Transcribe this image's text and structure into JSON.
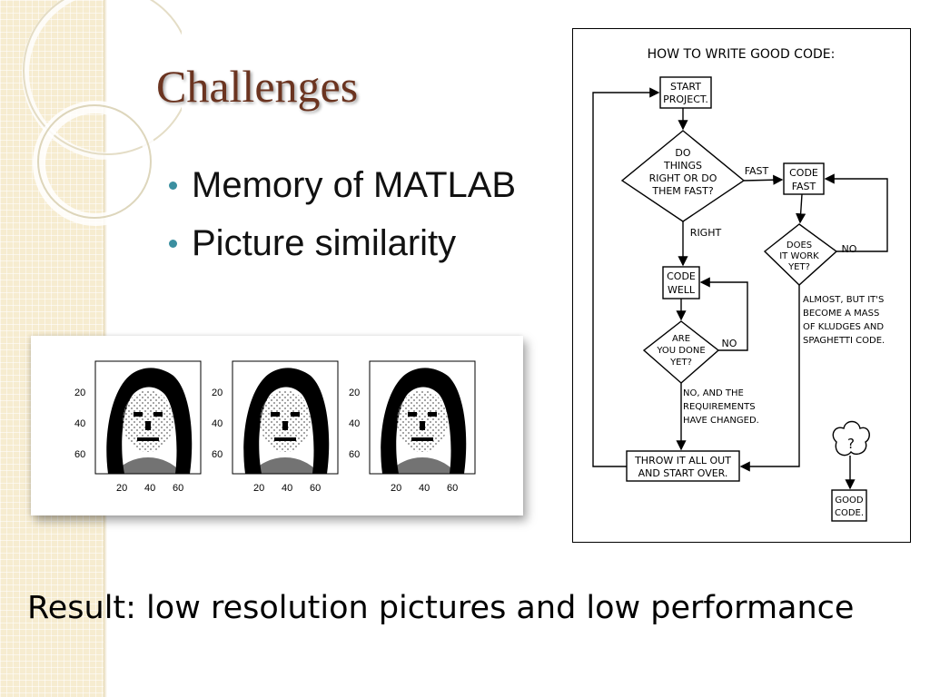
{
  "slide": {
    "title": "Challenges",
    "bullets": [
      "Memory of MATLAB",
      "Picture similarity"
    ],
    "result": "Result: low resolution pictures and low performance"
  },
  "faces_figure": {
    "y_ticks": [
      "20",
      "40",
      "60"
    ],
    "x_ticks": [
      "20",
      "40",
      "60"
    ],
    "panel_count": 3
  },
  "comic": {
    "title": "HOW TO WRITE GOOD CODE:",
    "start": [
      "START",
      "PROJECT."
    ],
    "decision1": [
      "DO",
      "THINGS",
      "RIGHT OR DO",
      "THEM FAST?"
    ],
    "fast_label": "FAST",
    "right_label": "RIGHT",
    "code_fast": [
      "CODE",
      "FAST"
    ],
    "code_well": [
      "CODE",
      "WELL"
    ],
    "decision2": [
      "DOES",
      "IT WORK",
      "YET?"
    ],
    "no_label": "NO",
    "decision3": [
      "ARE",
      "YOU DONE",
      "YET?"
    ],
    "no_label2": "NO",
    "almost": [
      "ALMOST, BUT IT'S",
      "BECOME A MASS",
      "OF KLUDGES AND",
      "SPAGHETTI CODE."
    ],
    "requirements": [
      "NO, AND THE",
      "REQUIREMENTS",
      "HAVE CHANGED."
    ],
    "throw": [
      "THROW IT ALL OUT",
      "AND START OVER."
    ],
    "question": "?",
    "good": [
      "GOOD",
      "CODE."
    ]
  }
}
